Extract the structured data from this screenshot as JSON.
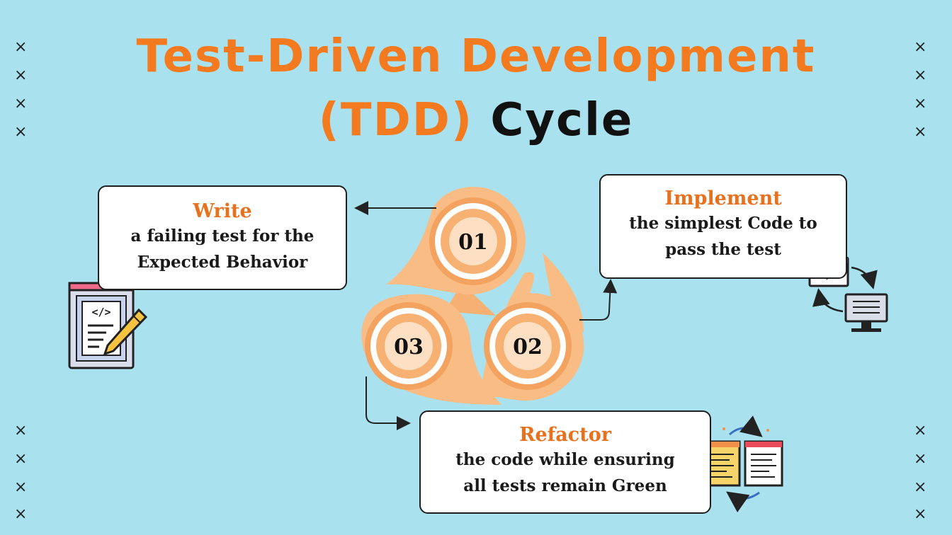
{
  "title": {
    "line1": "Test-Driven Development",
    "line2_accent": "(TDD)",
    "line2_rest": "Cycle"
  },
  "colors": {
    "background": "#a9e2ee",
    "accent": "#f47a1f",
    "petal": "#f8bc84",
    "petal_dark": "#f3a35f"
  },
  "decor": {
    "mark": "×"
  },
  "steps": [
    {
      "number": "01",
      "heading": "Write",
      "line1": "a failing test for the",
      "line2": "Expected Behavior",
      "icon": "code-document-pencil-icon"
    },
    {
      "number": "02",
      "heading": "Implement",
      "line1": "the simplest Code to",
      "line2": "pass the test",
      "icon": "code-deploy-computer-icon"
    },
    {
      "number": "03",
      "heading": "Refactor",
      "line1": "the code while ensuring",
      "line2": "all tests remain Green",
      "icon": "document-swap-icon"
    }
  ]
}
